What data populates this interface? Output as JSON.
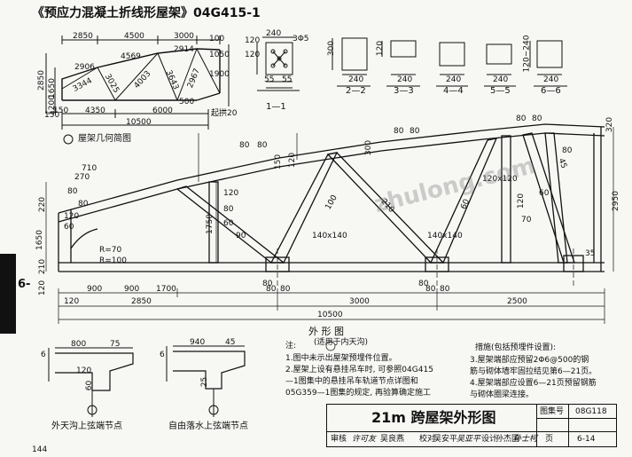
{
  "header": {
    "title": "《预应力混凝土折线形屋架》04G415-1"
  },
  "side_tab": {
    "label": "6-"
  },
  "geometry_diagram": {
    "caption": "屋架几何简图",
    "top_dims": [
      "2850",
      "4500",
      "3000"
    ],
    "left_dims": [
      "2850",
      "1650",
      "1200",
      "150"
    ],
    "member_labels": [
      "2906",
      "4569",
      "2914",
      "3344",
      "3025",
      "4003",
      "3643",
      "2967"
    ],
    "right_dims": [
      "100",
      "1050",
      "1900",
      "500"
    ],
    "bottom_dims": [
      "150",
      "4350",
      "6000"
    ],
    "span": "10500",
    "camber_note": "起拱20"
  },
  "section_1_1": {
    "label": "1—1",
    "dims": [
      "120",
      "120",
      "240",
      "3Φ5"
    ],
    "bottom_dims": [
      "55",
      "55"
    ]
  },
  "sections": [
    {
      "label": "2—2",
      "w": "240",
      "h": "300"
    },
    {
      "label": "3—3",
      "w": "240",
      "h": "120"
    },
    {
      "label": "4—4",
      "w": "240",
      "h": ""
    },
    {
      "label": "5—5",
      "w": "240",
      "h": ""
    },
    {
      "label": "6—6",
      "w": "240",
      "h": "120~240"
    }
  ],
  "elevation": {
    "member_sizes": [
      "140x140",
      "140x140",
      "120x120"
    ],
    "top_dims": [
      "80",
      "80",
      "80",
      "80",
      "80",
      "80",
      "320"
    ],
    "chord_dims": [
      "150",
      "120",
      "300",
      "80",
      "60",
      "45"
    ],
    "left_dims": [
      "710",
      "270",
      "80",
      "80",
      "120",
      "60",
      "1650",
      "220",
      "210",
      "120"
    ],
    "radius": [
      "R=70",
      "R=100"
    ],
    "web_dims": [
      "1750",
      "120",
      "80",
      "60",
      "90",
      "80",
      "100",
      "210",
      "60",
      "120",
      "70",
      "80",
      "35"
    ],
    "bottom_dims_upper": [
      "900",
      "900",
      "1700"
    ],
    "bottom_dims": [
      "120",
      "2850",
      "3000",
      "2500",
      "80",
      "80",
      "80",
      "80"
    ],
    "span": "10500",
    "height": "2950",
    "caption": "外   形   图",
    "sub_caption": "(适用于内天沟)"
  },
  "node_left": {
    "dims": [
      "800",
      "75",
      "6",
      "120",
      "60"
    ],
    "caption": "外天沟上弦端节点"
  },
  "node_right": {
    "dims": [
      "940",
      "45",
      "6",
      "25"
    ],
    "caption": "自由落水上弦端节点"
  },
  "notes": {
    "heading": "注:",
    "lines": [
      "1.图中未示出屋架预埋件位置。",
      "2.屋架上设有悬挂吊车时, 可参照04G415",
      "  —1图集中的悬挂吊车轨道节点详图和",
      "  05G359—1图集的规定, 再验算确定施工"
    ]
  },
  "measures": {
    "heading": "措施(包括预埋件设置):",
    "lines": [
      "3.屋架端部应预留2Φ6@500的钢",
      "  筋与砌体墙牢固拉结见第6—21页。",
      "4.屋架端部应设置6—21页预留钢筋",
      "  与砌体圈梁连接。"
    ]
  },
  "title_block": {
    "title": "21m 跨屋架外形图",
    "atlas_label": "图集号",
    "atlas_no": "08G118",
    "page_label": "页",
    "page_no": "6-14",
    "roles": [
      "审核",
      "吴良燕",
      "校对",
      "吴安平",
      "设计",
      "孙杰国"
    ],
    "signatures": [
      "许可友",
      "吴亚平",
      "孙士柯"
    ]
  },
  "watermark": "zhulong.com",
  "page_number": "144"
}
